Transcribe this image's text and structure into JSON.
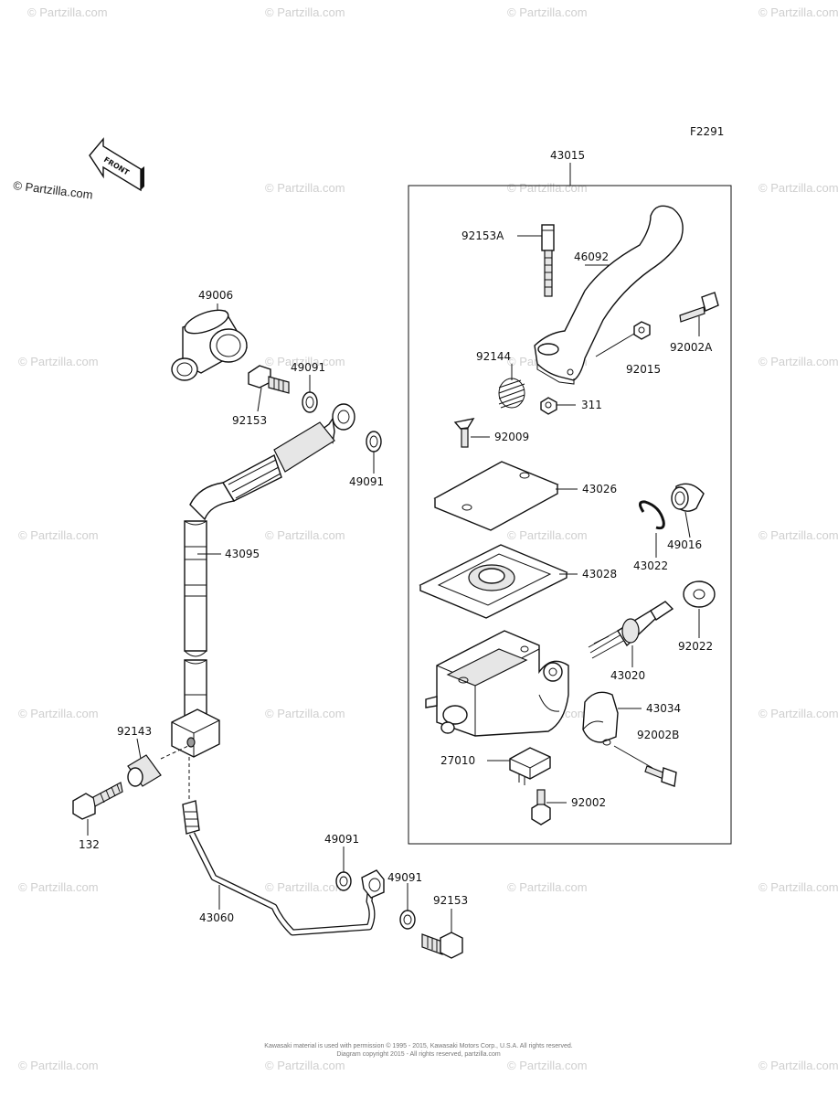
{
  "figure_id": "F2291",
  "watermark": "© Partzilla.com",
  "brand_logo": "© Partzilla.com",
  "front_label": "FRONT",
  "copyright_line1": "Kawasaki material is used with permission © 1995 - 2015, Kawasaki Motors Corp., U.S.A.  All rights reserved.",
  "copyright_line2": "Diagram copyright 2015 - All rights reserved, partzilla.com",
  "callouts": {
    "c43015": "43015",
    "c92153A": "92153A",
    "c46092": "46092",
    "c92002A": "92002A",
    "c92144": "92144",
    "c92015": "92015",
    "c311": "311",
    "c92009": "92009",
    "c43026": "43026",
    "c43022": "43022",
    "c49016": "49016",
    "c43028": "43028",
    "c92022": "92022",
    "c43020": "43020",
    "c43034": "43034",
    "c92002B": "92002B",
    "c27010": "27010",
    "c92002": "92002",
    "c49006": "49006",
    "c49091a": "49091",
    "c92153a": "92153",
    "c49091b": "49091",
    "c43095": "43095",
    "c92143": "92143",
    "c132": "132",
    "c49091c": "49091",
    "c49091d": "49091",
    "c92153b": "92153",
    "c43060": "43060"
  }
}
